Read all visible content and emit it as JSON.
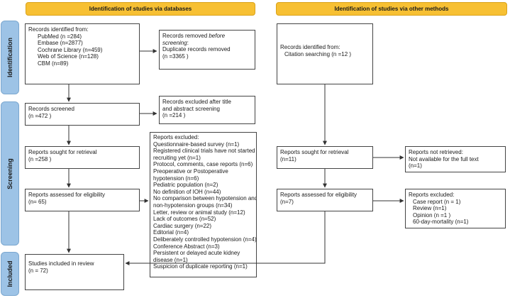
{
  "headers": {
    "databases": "Identification of studies via databases",
    "other": "Identification of studies via other methods"
  },
  "phases": {
    "identification": "Identification",
    "screening": "Screening",
    "included": "Included"
  },
  "boxes": {
    "records_identified": {
      "title": "Records identified from:",
      "items": [
        "PubMed (n =284)",
        "Embase (n=2877)",
        "Cochrane Library (n=459)",
        "Web of Science (n=128)",
        "CBM (n=89)"
      ]
    },
    "records_removed": {
      "line1_prefix": "Records removed ",
      "line1_em": "before",
      "line2_em": "screening",
      "line2_suffix": ":",
      "line3": "Duplicate records removed",
      "line4": "(n =3365 )"
    },
    "records_screened": {
      "line1": "Records screened",
      "line2": "(n =472 )"
    },
    "records_excluded": {
      "line1": "Records excluded after title",
      "line2": "and abstract screening",
      "line3": "(n =214 )"
    },
    "reports_sought": {
      "line1": "Reports sought for retrieval",
      "line2": "(n =258 )"
    },
    "reports_assessed": {
      "line1": "Reports assessed for eligibility",
      "line2": "(n= 65)"
    },
    "reports_excluded": {
      "lines": [
        "Reports excluded:",
        "Questionnaire-based survey (n=1)",
        "Registered clinical trials have not started",
        "recruiting yet (n=1)",
        "Protocol, comments, case reports (n=6)",
        "Preoperative or Postoperative",
        "hypotension (n=6)",
        "Pediatric population (n=2)",
        "No definition of IOH (n=44)",
        "No comparison between hypotension and",
        "non-hypotension groups (n=34)",
        "Letter, review or animal study (n=12)",
        "Lack of outcomes (n=52)",
        "Cardiac surgery (n=22)",
        "Editorial (n=4)",
        "Deliberately controlled hypotension (n=4)",
        "Conference Abstract (n=3)",
        "Persistent or delayed acute kidney",
        "disease (n=1)",
        "Suspicion of duplicate reporting (n=1)"
      ]
    },
    "included": {
      "line1": "Studies included in review",
      "line2": "(n = 72)"
    },
    "other_identified": {
      "line1": "Records identified from:",
      "line2": "Citation searching (n =12 )"
    },
    "other_sought": {
      "line1": "Reports sought for retrieval",
      "line2": "(n=11)"
    },
    "other_not_retrieved": {
      "line1": "Reports not retrieved:",
      "line2": "Not available for the full text",
      "line3": "(n=1)"
    },
    "other_assessed": {
      "line1": "Reports assessed for eligibility",
      "line2": "(n=7)"
    },
    "other_excluded": {
      "lines": [
        "Reports excluded:",
        "Case report (n = 1)",
        "Review (n=1)",
        "Opinion (n =1 )",
        "60-day-mortality (n=1)"
      ]
    }
  }
}
